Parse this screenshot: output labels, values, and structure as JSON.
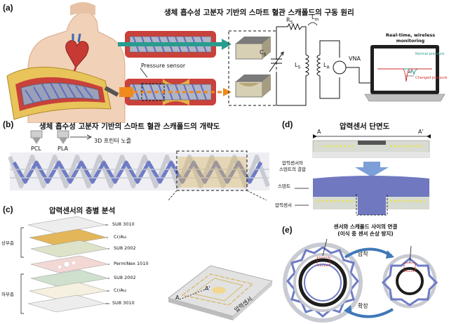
{
  "panels": {
    "a": {
      "label": "(a)",
      "title": "생체 흡수성 고분자 기반의 스마트 혈관 스캐폴드의 구동 원리",
      "pressure_sensor": "Pressure sensor",
      "circuit": {
        "rs": "R",
        "rs_sub": "S",
        "lm": "L",
        "lm_sub": "m",
        "cs": "C",
        "cs_sub": "S",
        "ls": "L",
        "ls_sub": "S",
        "la": "L",
        "la_sub": "A",
        "vna": "VNA"
      },
      "monitor": {
        "title": "Real-time, wireless monitoring",
        "normal": "Normal pressure",
        "changed": "Changed pressure",
        "delta": "Δf"
      }
    },
    "b": {
      "label": "(b)",
      "title": "생체 흡수성 고분자 기반의 스마트 혈관 스캐폴드의 개략도",
      "pcl": "PCL",
      "pla": "PLA",
      "printer": "3D 프린터 노즐"
    },
    "c": {
      "label": "(c)",
      "title": "압력센서의 층별 분석",
      "layers": [
        "SU8 3010",
        "Cr/Au",
        "SU8 2002",
        "PermiNex 1010",
        "SU8 2002",
        "Cr/Au",
        "SU8 3010"
      ],
      "upper": "상부층",
      "lower": "하부층",
      "sensor_label": "압력센서",
      "a_mark": "A",
      "a_prime": "A'"
    },
    "d": {
      "label": "(d)",
      "title": "압력센서 단면도",
      "a": "A",
      "a_prime": "A'",
      "combine_line1": "압력센서와",
      "combine_line2": "스텐트의 결합",
      "stent": "스텐트",
      "sensor": "압력센서"
    },
    "e": {
      "label": "(e)",
      "title_line1": "센서와 스캐폴드 사이의 연결",
      "title_line2": "(이식 중 센서 손상 방지)",
      "compress": "압착",
      "expand": "확장"
    }
  },
  "colors": {
    "stent_blue": "#6f7cc4",
    "stent_gray": "#c9cbd3",
    "sensor_gold": "#d9b86a",
    "vessel_red": "#c9413a",
    "arrow_blue": "#3f78b8"
  }
}
